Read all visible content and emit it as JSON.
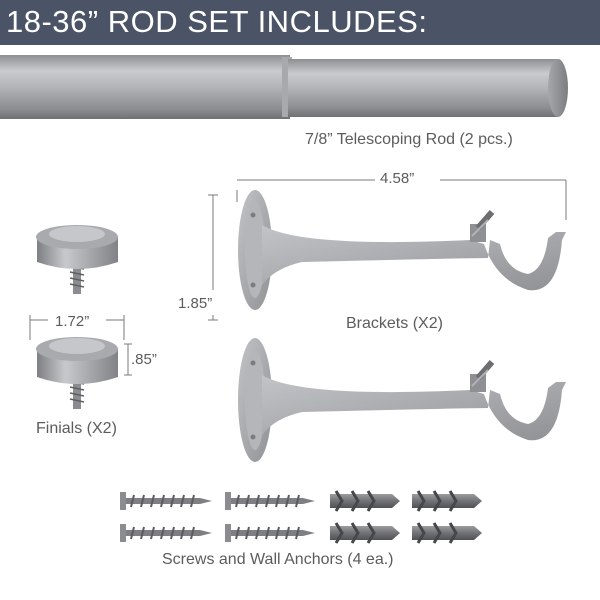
{
  "header": {
    "title": "18-36” ROD SET INCLUDES:"
  },
  "rod": {
    "caption": "7/8” Telescoping Rod (2 pcs.)"
  },
  "brackets": {
    "caption": "Brackets (X2)",
    "width_dim": "4.58”",
    "height_dim": "1.85”"
  },
  "finials": {
    "caption": "Finials (X2)",
    "width_dim": "1.72”",
    "height_dim": ".85”"
  },
  "hardware": {
    "caption": "Screws and Wall Anchors (4 ea.)"
  },
  "colors": {
    "header_bg": "#4b5467",
    "metal": "#9a9ca0",
    "text": "#5c5c5c"
  }
}
